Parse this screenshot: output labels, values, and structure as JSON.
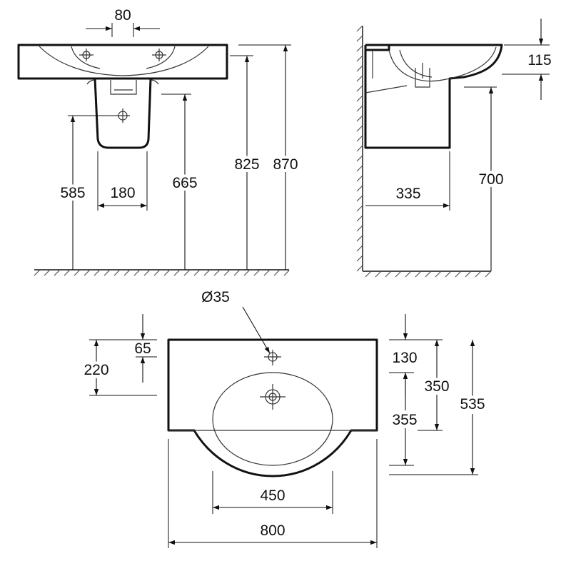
{
  "front_view": {
    "tap_spacing": "80",
    "pedestal_width": "180",
    "waste_height": "585",
    "pedestal_top_height": "665",
    "basin_bottom_height": "825",
    "rim_height": "870"
  },
  "side_view": {
    "rim_depth": "115",
    "basin_bottom_height": "700",
    "projection": "335"
  },
  "plan_view": {
    "tap_hole_diameter": "Ø35",
    "tap_hole_offset": "65",
    "waste_offset": "220",
    "deck_depth": "130",
    "waste_front": "350",
    "bowl_depth": "355",
    "total_depth": "535",
    "bowl_width": "450",
    "total_width": "800"
  }
}
